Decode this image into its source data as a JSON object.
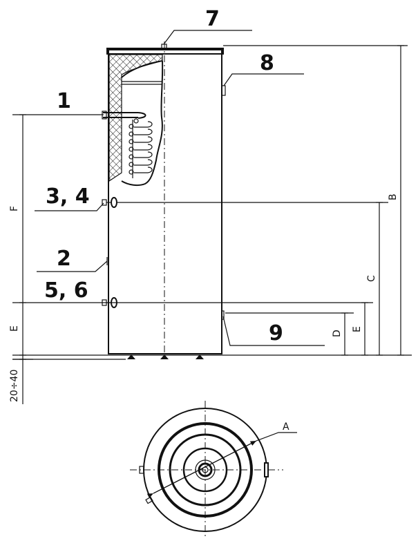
{
  "callouts": {
    "c1": "1",
    "c2": "2",
    "c34": "3, 4",
    "c56": "5, 6",
    "c7": "7",
    "c8": "8",
    "c9": "9"
  },
  "dimensions": {
    "A": "A",
    "B": "B",
    "C": "C",
    "D": "D",
    "E_left": "E",
    "E_right": "E",
    "F": "F",
    "feet": "20÷40"
  }
}
